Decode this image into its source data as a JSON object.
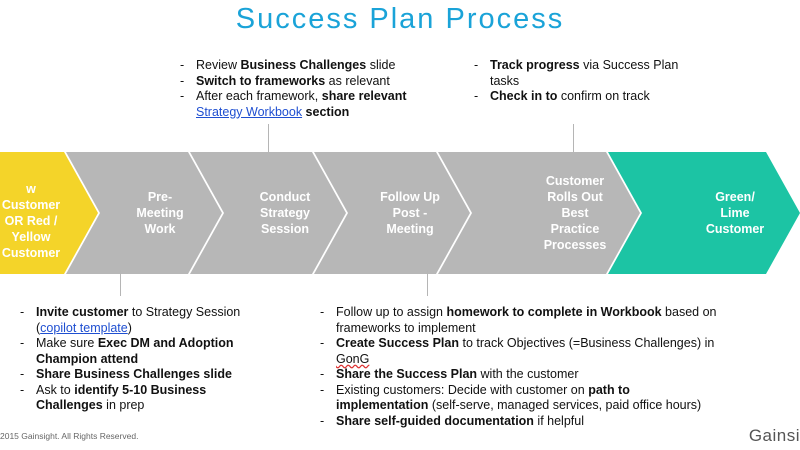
{
  "title": "Success Plan Process",
  "colors": {
    "title": "#1aa3d8",
    "yellow": "#f4d429",
    "gray": "#b7b7b7",
    "teal": "#1cc4a4"
  },
  "top_left_bullets": [
    {
      "a": "Review ",
      "b": "Business Challenges",
      "c": " slide"
    },
    {
      "a": "",
      "b": "Switch to frameworks",
      "c": " as relevant"
    },
    {
      "a": "After each framework, ",
      "b": "share relevant",
      "c": ""
    }
  ],
  "top_left_cont": {
    "link": "Strategy Workbook",
    "b": " section"
  },
  "top_right_bullets": [
    {
      "b": "Track progress",
      "c": " via Success Plan"
    },
    {
      "b": "Check in to",
      "c": " confirm on track"
    }
  ],
  "top_right_wrap": "tasks",
  "chevrons": [
    {
      "lines": [
        "w Customer",
        "OR Red /",
        "Yellow",
        "Customer"
      ]
    },
    {
      "lines": [
        "Pre-",
        "Meeting",
        "Work"
      ]
    },
    {
      "lines": [
        "Conduct",
        "Strategy",
        "Session"
      ]
    },
    {
      "lines": [
        "Follow Up",
        "Post -",
        "Meeting"
      ]
    },
    {
      "lines": [
        "Customer",
        "Rolls Out",
        "Best",
        "Practice",
        "Processes"
      ]
    },
    {
      "lines": [
        "Green/",
        "Lime",
        "Customer"
      ]
    }
  ],
  "bottom_left": {
    "b1": {
      "b": "Invite customer",
      "c": " to Strategy Session"
    },
    "b1_link": "copilot template",
    "b2": {
      "a": "Make sure ",
      "b": "Exec DM and Adoption"
    },
    "b2_cont": "Champion attend",
    "b3": {
      "b": "Share Business Challenges slide"
    },
    "b4": {
      "a": "Ask to ",
      "b": "identify 5-10 Business"
    },
    "b4_cont_b": "Challenges",
    "b4_cont_c": " in prep"
  },
  "bottom_right": {
    "b1": {
      "a": "Follow up to assign ",
      "b": "homework to complete in Workbook",
      "c": " based on"
    },
    "b1_cont": "frameworks to implement",
    "b2": {
      "b": "Create Success Plan",
      "c": " to track Objectives (=Business Challenges) in"
    },
    "b2_cont": "GonG",
    "b3": {
      "b": "Share the Success Plan",
      "c": " with the customer"
    },
    "b4": {
      "a": "Existing customers: Decide with customer on ",
      "b": "path to"
    },
    "b4_cont_b": "implementation",
    "b4_cont_c": " (self-serve, managed services, paid office hours)",
    "b5": {
      "b": "Share self-guided documentation",
      "c": " if helpful"
    }
  },
  "footer": "2015 Gainsight. All Rights Reserved.",
  "brand": "Gainsi"
}
